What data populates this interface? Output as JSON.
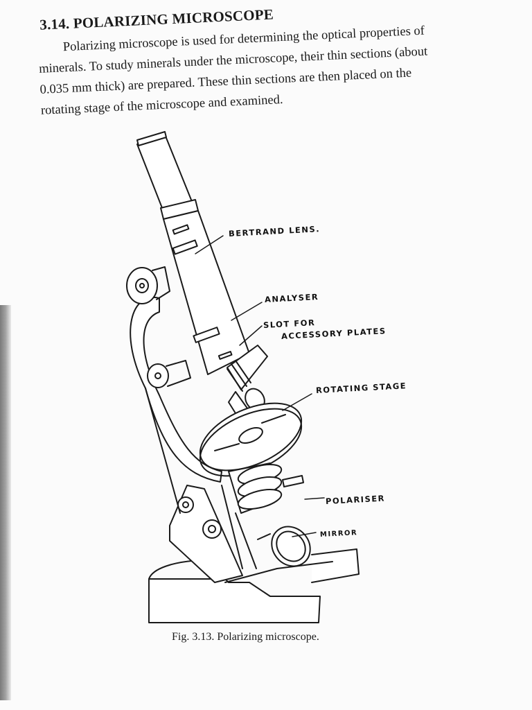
{
  "section": {
    "heading": "3.14. POLARIZING MICROSCOPE",
    "paragraph_lines": [
      "Polarizing microscope is used for determining the optical properties of",
      "minerals. To study minerals under the microscope, their thin sections (about",
      "0.035 mm thick) are prepared. These thin sections are then placed on the",
      "rotating stage of the microscope and examined."
    ]
  },
  "figure": {
    "labels": {
      "bertrand_lens": "BERTRAND LENS.",
      "analyser": "ANALYSER",
      "slot_line1": "SLOT FOR",
      "slot_line2": "ACCESSORY PLATES",
      "rotating_stage": "ROTATING STAGE",
      "polariser": "POLARISER",
      "mirror": "MIRROR"
    },
    "caption": "Fig. 3.13. Polarizing microscope."
  }
}
